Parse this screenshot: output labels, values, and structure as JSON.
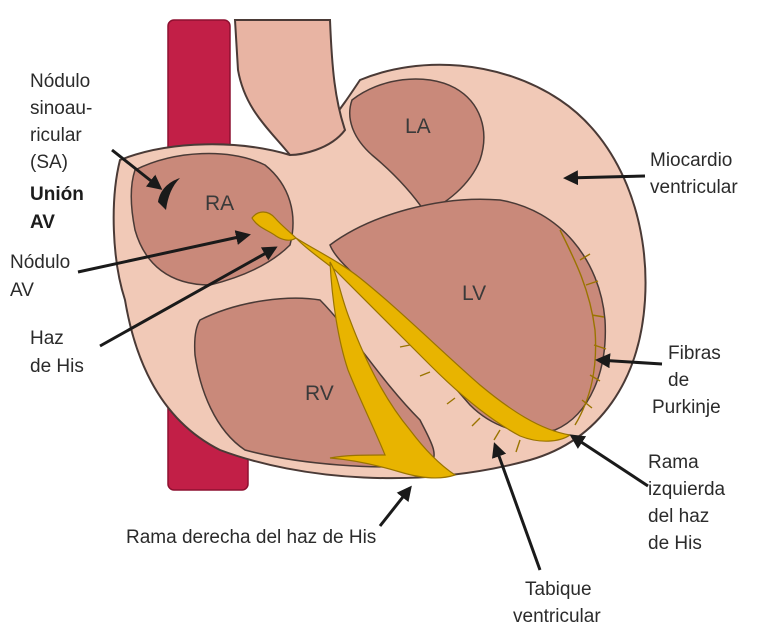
{
  "colors": {
    "artery": "#c21f47",
    "artery_dark": "#8e1030",
    "wall": "#f1c9b7",
    "wall_outline": "#4a3a36",
    "chamber": "#c9897a",
    "chamber_light": "#e8b4a3",
    "conduction": "#e8b400",
    "conduction_outline": "#9a7400",
    "text": "#2b2b2b"
  },
  "chambers": {
    "ra": "RA",
    "la": "LA",
    "lv": "LV",
    "rv": "RV"
  },
  "labels": {
    "sa_node": [
      "Nódulo",
      "sinoau-",
      "ricular",
      "(SA)"
    ],
    "av_junction": [
      "Unión",
      "AV"
    ],
    "av_node": [
      "Nódulo",
      "AV"
    ],
    "bundle_his": [
      "Haz",
      "de His"
    ],
    "ventricular_myocardium": [
      "Miocardio",
      "ventricular"
    ],
    "purkinje_fibers": [
      "Fibras",
      "de",
      "Purkinje"
    ],
    "left_bundle_branch": [
      "Rama",
      "izquierda",
      "del haz",
      "de His"
    ],
    "right_bundle_branch": [
      "Rama derecha del haz de His"
    ],
    "ventricular_septum": [
      "Tabique",
      "ventricular"
    ]
  }
}
